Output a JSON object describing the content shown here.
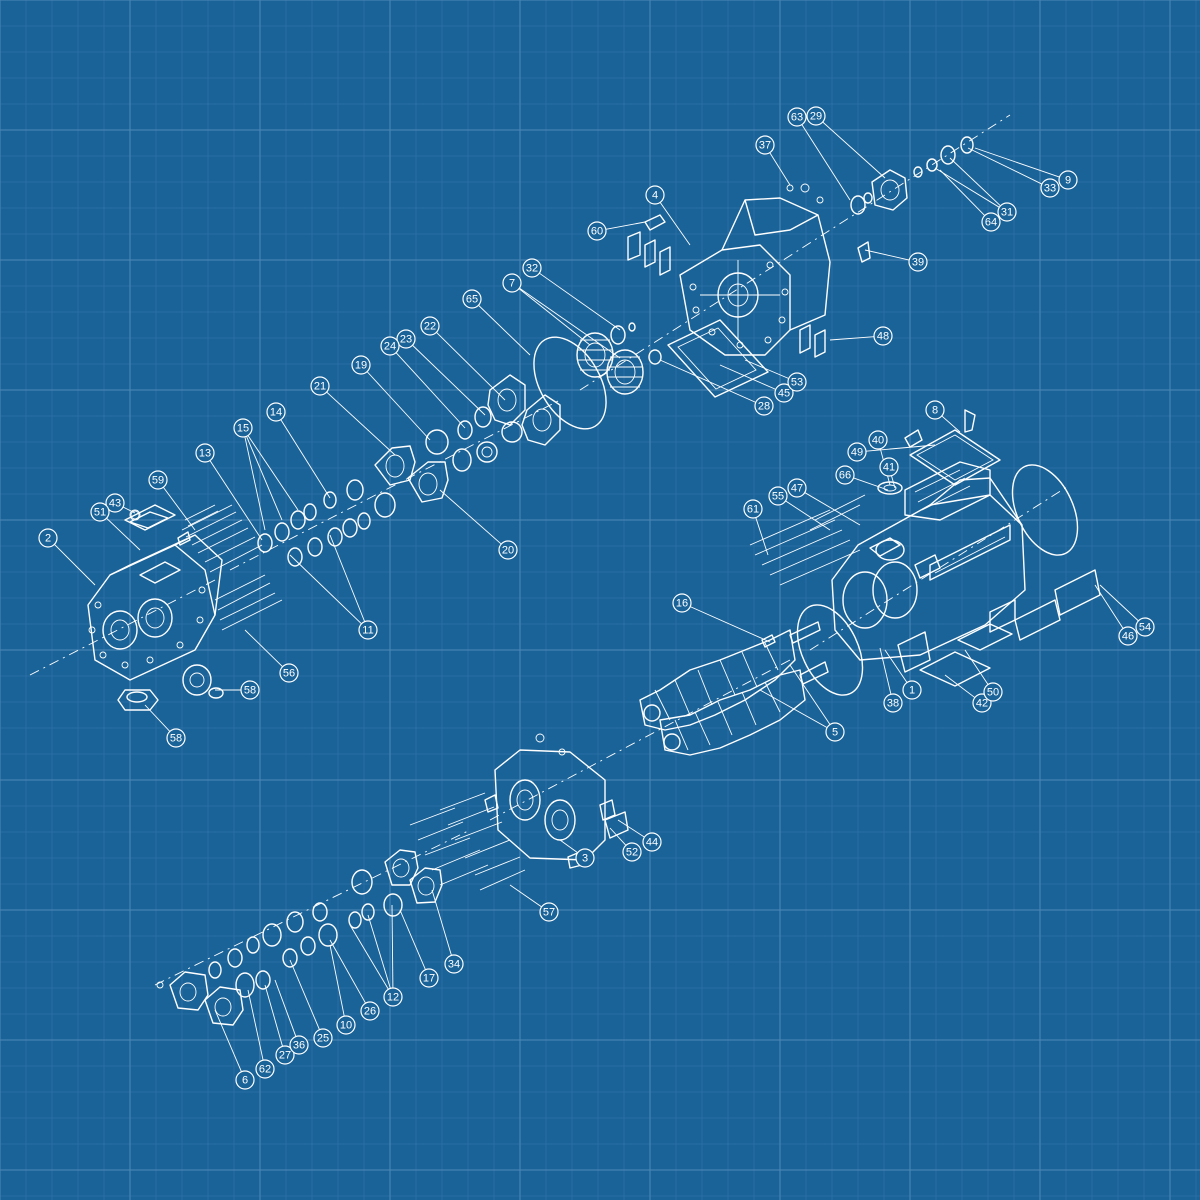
{
  "background_color": "#1a6399",
  "line_color": "#ffffff",
  "grid_color": "#4a86b5",
  "callouts": [
    "1",
    "2",
    "3",
    "4",
    "5",
    "6",
    "7",
    "8",
    "9",
    "10",
    "11",
    "12",
    "13",
    "14",
    "15",
    "16",
    "17",
    "19",
    "20",
    "21",
    "22",
    "23",
    "24",
    "25",
    "26",
    "27",
    "28",
    "29",
    "31",
    "32",
    "33",
    "34",
    "36",
    "37",
    "38",
    "39",
    "40",
    "41",
    "42",
    "43",
    "44",
    "45",
    "46",
    "47",
    "48",
    "49",
    "50",
    "51",
    "52",
    "53",
    "54",
    "55",
    "56",
    "57",
    "58",
    "59",
    "60",
    "61",
    "62",
    "63",
    "64",
    "65",
    "66"
  ]
}
